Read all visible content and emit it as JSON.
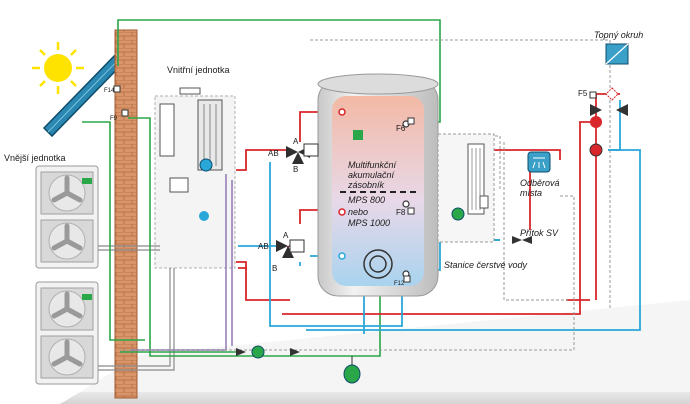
{
  "labels": {
    "outdoor_unit": "Vnější jednotka",
    "indoor_unit": "Vnitřní jednotka",
    "heating_circuit": "Topný okruh",
    "tank_line1": "Multifunkční",
    "tank_line2": "akumulační",
    "tank_line3": "zásobník",
    "tank_line4": "MPS 800",
    "tank_line5": "nebo",
    "tank_line6": "MPS 1000",
    "freshwater_station": "Stanice čerstvé vody",
    "cold_water_inflow": "Přítok SV",
    "draw_points_line1": "Odběrová",
    "draw_points_line2": "místa",
    "sensor_f14": "F14",
    "sensor_f9": "F9",
    "sensor_f6": "F6",
    "sensor_f8": "F8",
    "sensor_f12": "F12",
    "sensor_f5": "F5",
    "valve1_ab": "AB",
    "valve1_a": "A",
    "valve1_b": "B",
    "valve2_ab": "AB",
    "valve2_a": "A",
    "valve2_b": "B"
  },
  "colors": {
    "hot": "#d9262a",
    "cold": "#2aa7d9",
    "green": "#2aa748",
    "purple": "#8b6fb0",
    "gray": "#9a9a9a",
    "brick": "#d98a5c"
  }
}
